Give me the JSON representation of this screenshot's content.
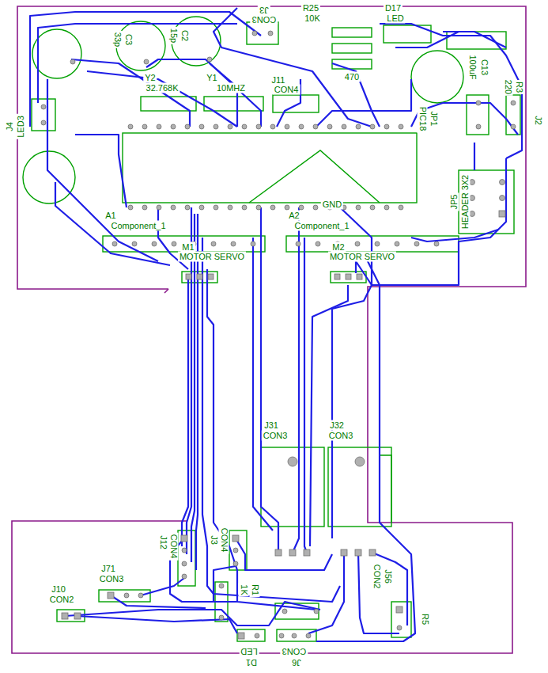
{
  "diagram": {
    "labels": [
      "J3",
      "CON3",
      "R25",
      "10K",
      "470",
      "D17",
      "LED",
      "C3",
      "33p",
      "C2",
      "15p",
      "Y2",
      "32.768K",
      "Y1",
      "10MHZ",
      "J11",
      "CON4",
      "JP1",
      "PIC18",
      "C13",
      "100uF",
      "R3",
      "220",
      "J2",
      "J4",
      "LED3",
      "GND",
      "A1",
      "Component_1",
      "A2",
      "Component_1",
      "M1",
      "MOTOR SERVO",
      "M2",
      "MOTOR SERVO",
      "JP5",
      "HEADER 3X2",
      "J31",
      "CON3",
      "J32",
      "CON3",
      "J12",
      "CON4",
      "J3",
      "CON4",
      "R1",
      "1K",
      "J71",
      "CON3",
      "J10",
      "CON2",
      "LED",
      "D1",
      "CON3",
      "J6",
      "J56",
      "CON2",
      "R5"
    ]
  }
}
